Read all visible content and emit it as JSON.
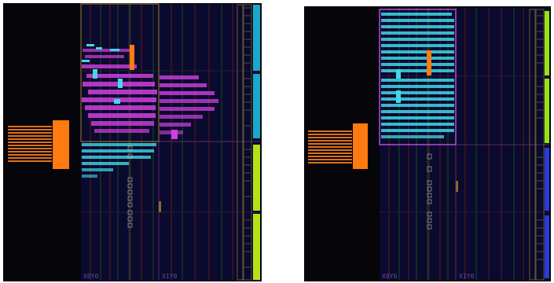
{
  "views": [
    {
      "id": "left",
      "region_labels": {
        "bottom_left": "X0Y0",
        "bottom_right": "X1Y0"
      },
      "colors": {
        "background": "#05050a",
        "clock_region": "#0a0a2e",
        "region_border": "#5a2a6a",
        "highlight_border": "#8a6a2a",
        "orange": "#ff7a10",
        "cyan": "#40d8ea",
        "magenta": "#d040e0",
        "io_bank_cyan": "#1aa8c8",
        "io_bank_lime": "#b8e018"
      }
    },
    {
      "id": "right",
      "region_labels": {
        "bottom_left": "X0Y0",
        "bottom_right": "X1Y0"
      },
      "colors": {
        "background": "#05050a",
        "clock_region": "#0a0a2e",
        "region_border": "#5a2a6a",
        "highlight_border": "#c050e0",
        "orange": "#ff7a10",
        "cyan": "#40d8ea",
        "io_bank_lime": "#9ae018",
        "io_bank_blue": "#2a3ad8"
      }
    }
  ]
}
